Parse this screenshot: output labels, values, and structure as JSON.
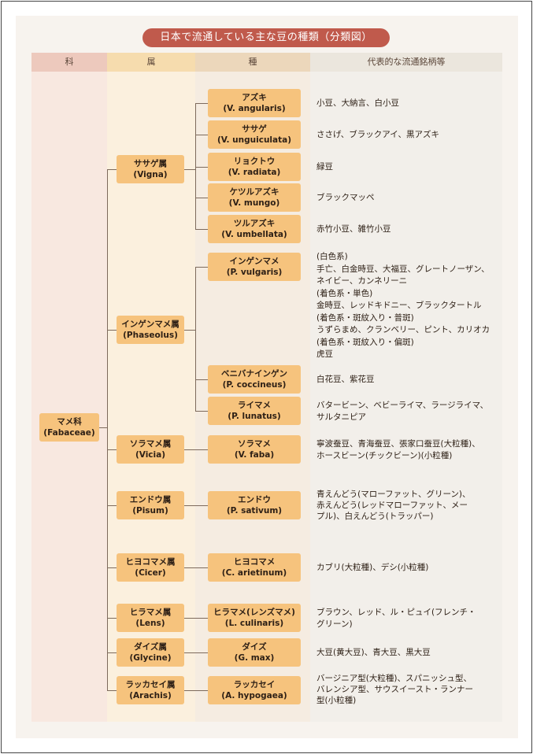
{
  "title": "日本で流通している主な豆の種類（分類図）",
  "headers": {
    "family": "科",
    "genus": "属",
    "species": "種",
    "brands": "代表的な流通銘柄等"
  },
  "colors": {
    "title_pill": "#c05a4c",
    "box": "#f6c37d",
    "hdr_family": "#edc9bd",
    "hdr_genus": "#f6dcae",
    "hdr_species": "#ecd7bb",
    "hdr_brands": "#ebe6dd"
  },
  "family": {
    "jp": "マメ科",
    "latin": "(Fabaceae)"
  },
  "genera": [
    {
      "jp": "ササゲ属",
      "latin": "(Vigna)"
    },
    {
      "jp": "インゲンマメ属",
      "latin": "(Phaseolus)"
    },
    {
      "jp": "ソラマメ属",
      "latin": "(Vicia)"
    },
    {
      "jp": "エンドウ属",
      "latin": "(Pisum)"
    },
    {
      "jp": "ヒヨコマメ属",
      "latin": "(Cicer)"
    },
    {
      "jp": "ヒラマメ属",
      "latin": "(Lens)"
    },
    {
      "jp": "ダイズ属",
      "latin": "(Glycine)"
    },
    {
      "jp": "ラッカセイ属",
      "latin": "(Arachis)"
    }
  ],
  "species": [
    {
      "jp": "アズキ",
      "latin": "(V. angularis)",
      "brands": [
        "小豆、大納言、白小豆"
      ]
    },
    {
      "jp": "ササゲ",
      "latin": "(V. unguiculata)",
      "brands": [
        "ささげ、ブラックアイ、黒アズキ"
      ]
    },
    {
      "jp": "リョクトウ",
      "latin": "(V. radiata)",
      "brands": [
        "緑豆"
      ]
    },
    {
      "jp": "ケツルアズキ",
      "latin": "(V. mungo)",
      "brands": [
        "ブラックマッペ"
      ]
    },
    {
      "jp": "ツルアズキ",
      "latin": "(V. umbellata)",
      "brands": [
        "赤竹小豆、雑竹小豆"
      ]
    },
    {
      "jp": "インゲンマメ",
      "latin": "(P. vulgaris)",
      "brands": [
        "(白色系)",
        "手亡、白金時豆、大福豆、グレートノーザン、",
        "ネイビー、カンネリーニ",
        "(着色系・単色)",
        "金時豆、レッドキドニー、ブラックタートル",
        "(着色系・斑紋入り・普斑)",
        "うずらまめ、クランベリー、ピント、カリオカ",
        "(着色系・斑紋入り・偏斑)",
        "虎豆"
      ]
    },
    {
      "jp": "ベニバナインゲン",
      "latin": "(P. coccineus)",
      "brands": [
        "白花豆、紫花豆"
      ]
    },
    {
      "jp": "ライマメ",
      "latin": "(P. lunatus)",
      "brands": [
        "バタービーン、ベビーライマ、ラージライマ、",
        "サルタニピア"
      ]
    },
    {
      "jp": "ソラマメ",
      "latin": "(V. faba)",
      "brands": [
        "寧波蚕豆、青海蚕豆、張家口蚕豆(大粒種)、",
        "ホースビーン(チックビーン)(小粒種)"
      ]
    },
    {
      "jp": "エンドウ",
      "latin": "(P. sativum)",
      "brands": [
        "青えんどう(マローファット、グリーン)、",
        "赤えんどう(レッドマローファット、メー",
        "プル)、白えんどう(トラッパー)"
      ]
    },
    {
      "jp": "ヒヨコマメ",
      "latin": "(C. arietinum)",
      "brands": [
        "カブリ(大粒種)、デシ(小粒種)"
      ]
    },
    {
      "jp": "ヒラマメ(レンズマメ)",
      "latin": "(L. culinaris)",
      "brands": [
        "ブラウン、レッド、ル・ピュイ(フレンチ・",
        "グリーン)"
      ]
    },
    {
      "jp": "ダイズ",
      "latin": "(G. max)",
      "brands": [
        "大豆(黄大豆)、青大豆、黒大豆"
      ]
    },
    {
      "jp": "ラッカセイ",
      "latin": "(A. hypogaea)",
      "brands": [
        "バージニア型(大粒種)、スパニッシュ型、",
        "バレンシア型、サウスイースト・ランナー",
        "型(小粒種)"
      ]
    }
  ]
}
